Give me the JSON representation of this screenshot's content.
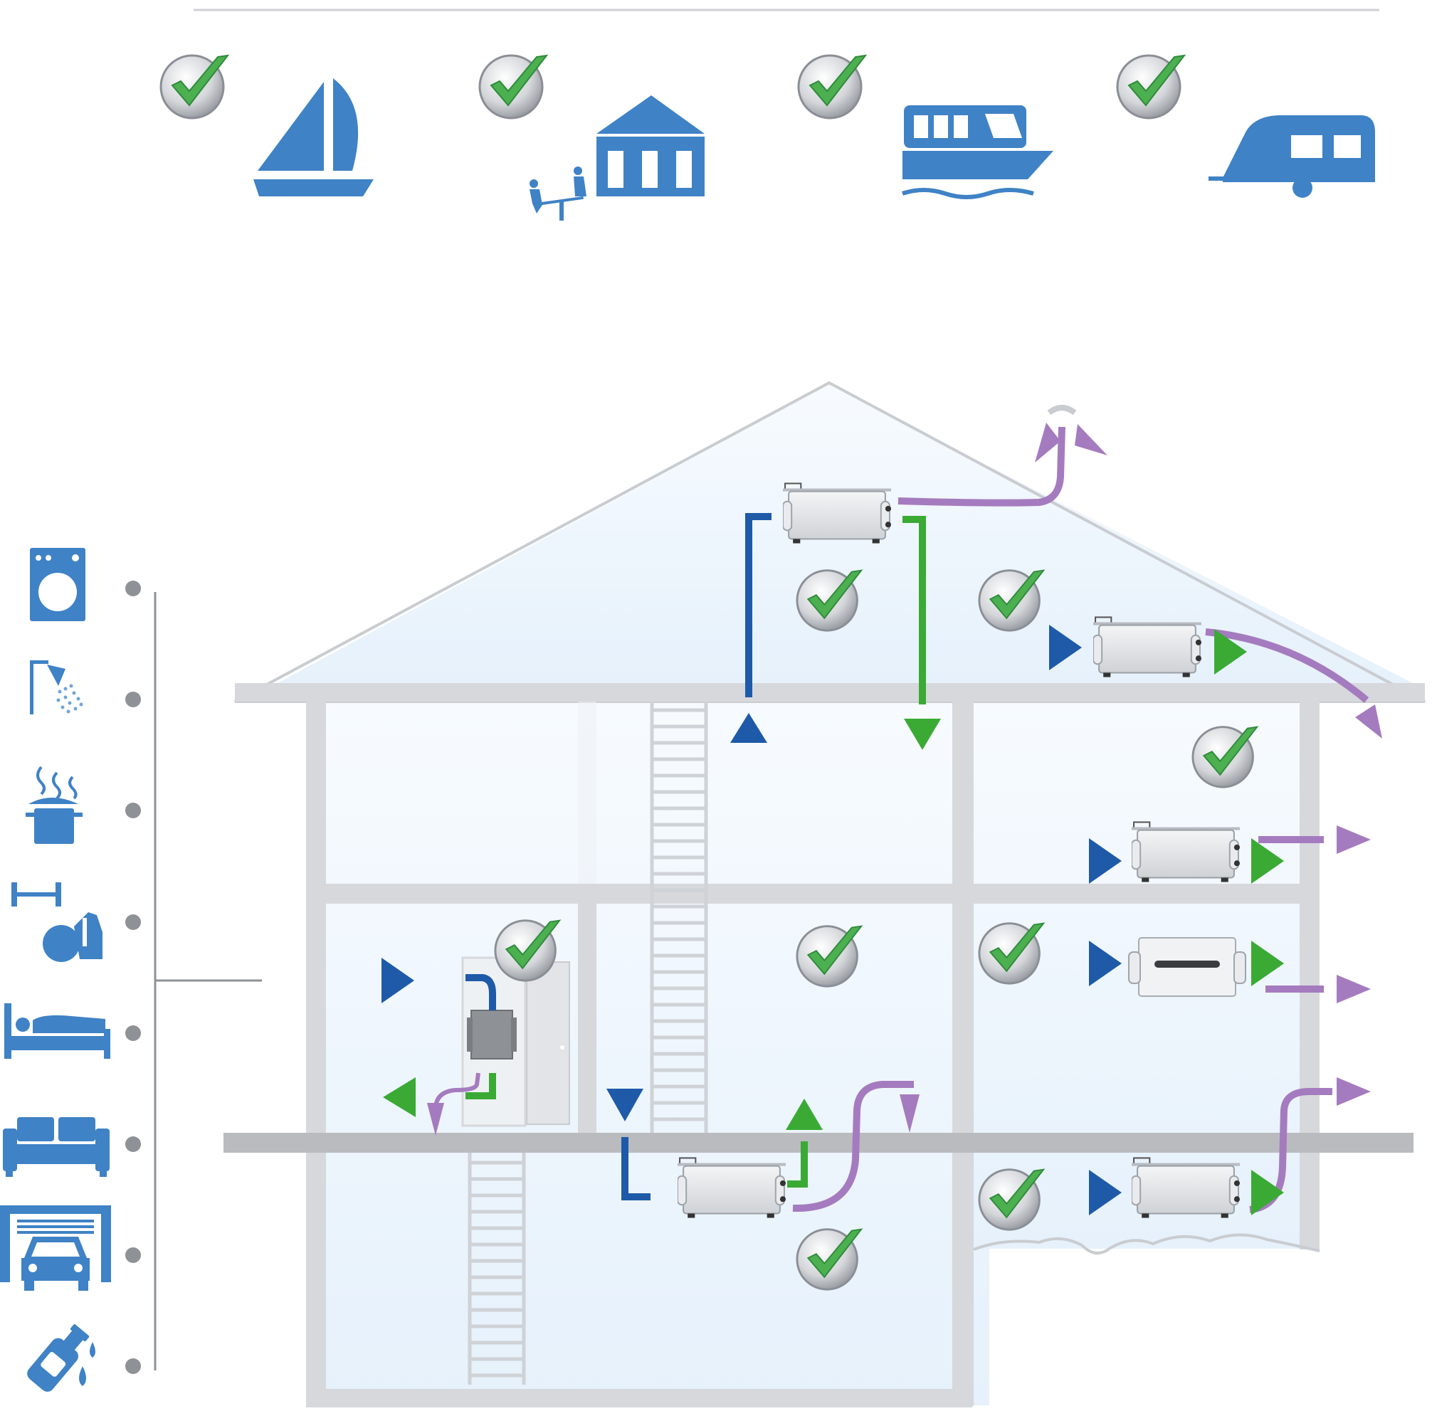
{
  "colors": {
    "icon_blue": "#3f82c6",
    "arrow_blue": "#1e5aa8",
    "arrow_green": "#3aaa35",
    "arrow_purple": "#a57bbf",
    "wall_gray": "#d6d8dc",
    "check_green": "#4caf50",
    "sky_tint": "#eaf4fc"
  },
  "top_applications": [
    {
      "icon": "sailboat-icon",
      "checked": true
    },
    {
      "icon": "public-building-playground-icon",
      "checked": true
    },
    {
      "icon": "houseboat-icon",
      "checked": true
    },
    {
      "icon": "caravan-icon",
      "checked": true
    }
  ],
  "room_applications": [
    {
      "icon": "washing-machine-icon"
    },
    {
      "icon": "shower-icon"
    },
    {
      "icon": "cooking-pot-icon"
    },
    {
      "icon": "gym-equipment-icon"
    },
    {
      "icon": "bed-icon"
    },
    {
      "icon": "sofa-icon"
    },
    {
      "icon": "garage-car-icon"
    },
    {
      "icon": "spilled-bottle-icon"
    }
  ],
  "house_installations": [
    {
      "location": "attic-upper",
      "checked": true
    },
    {
      "location": "attic-right",
      "checked": true
    },
    {
      "location": "upper-floor-right",
      "checked": true
    },
    {
      "location": "ground-floor-closet",
      "checked": true
    },
    {
      "location": "ground-floor-middle",
      "checked": true
    },
    {
      "location": "ground-floor-right",
      "checked": true
    },
    {
      "location": "crawl-space",
      "checked": true
    },
    {
      "location": "basement",
      "checked": true
    }
  ]
}
